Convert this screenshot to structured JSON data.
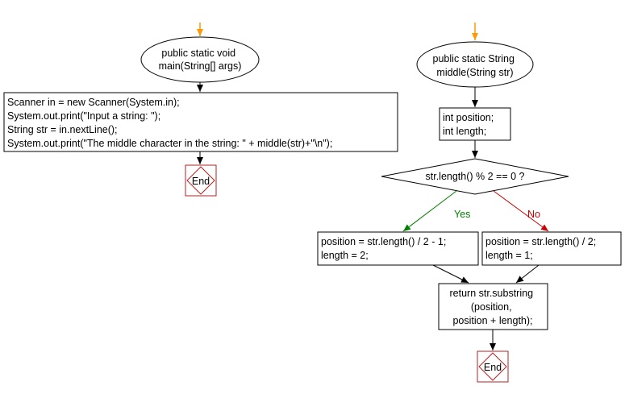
{
  "colors": {
    "start_arrow": "#ff9900",
    "end_border": "#b22222",
    "yes": "#008000",
    "no": "#cc0000"
  },
  "main": {
    "start": [
      "public static void",
      "main(String[] args)"
    ],
    "body": [
      "Scanner in = new Scanner(System.in);",
      "System.out.print(\"Input a string: \");",
      "String str = in.nextLine();",
      "System.out.print(\"The middle character in the string: \" + middle(str)+\"\\n\");"
    ],
    "end": "End"
  },
  "middle": {
    "start": [
      "public static String",
      "middle(String str)"
    ],
    "decl": [
      "int position;",
      "int length;"
    ],
    "decision": "str.length() % 2 == 0 ?",
    "yes_label": "Yes",
    "no_label": "No",
    "yes_box": [
      "position = str.length() / 2 - 1;",
      "length = 2;"
    ],
    "no_box": [
      "position = str.length() / 2;",
      "length = 1;"
    ],
    "return_box": [
      "return str.substring",
      "(position,",
      "position + length);"
    ],
    "end": "End"
  }
}
